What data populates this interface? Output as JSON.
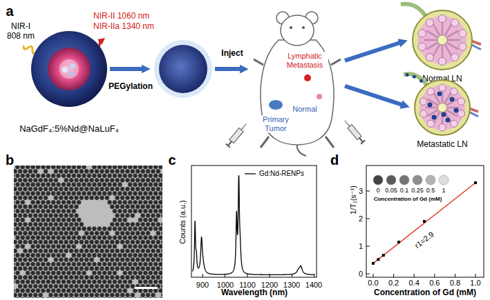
{
  "diagram": {
    "nodes": [
      {
        "text": [
          "NaGdF₄:5%Nd@NaLuF₄"
        ]
      },
      {
        "text": []
      },
      {
        "text": [
          "Lymphatic Metastasis",
          "Normal",
          "Primary Tumor"
        ]
      },
      {
        "text": [
          "Normal LN"
        ]
      },
      {
        "text": [
          "Metastatic LN"
        ]
      }
    ],
    "edges": [
      {
        "from": 0,
        "to": 1,
        "label": "PEGylation",
        "arrow": "to"
      },
      {
        "from": 1,
        "to": 2,
        "label": "Inject",
        "arrow": "to"
      },
      {
        "from": 2,
        "to": 3,
        "arrow": "to"
      },
      {
        "from": 2,
        "to": 4,
        "arrow": "to"
      }
    ],
    "labels": [
      "a",
      "NIR-I 808 nm",
      "NIR-II 1060 nm",
      "NIR-IIa 1340 nm",
      "b",
      "c",
      "Counts (a.u.)",
      "900",
      "1000",
      "1100",
      "1200",
      "1300",
      "1400",
      "Wavelength (nm)",
      "d",
      "1/T₁(s⁻¹)",
      "0",
      "0.05",
      "0.1",
      "0.25",
      "0.5",
      "1",
      "Concentration of Gd (mM)",
      "r1=2.9",
      "0",
      "1",
      "2",
      "3",
      "0.0",
      "0.2",
      "0.4",
      "0.6",
      "0.8",
      "1.0",
      "Concentration of Gd (mM)"
    ],
    "legend": [
      {
        "text": "Gd:Nd-RENPs"
      }
    ]
  }
}
